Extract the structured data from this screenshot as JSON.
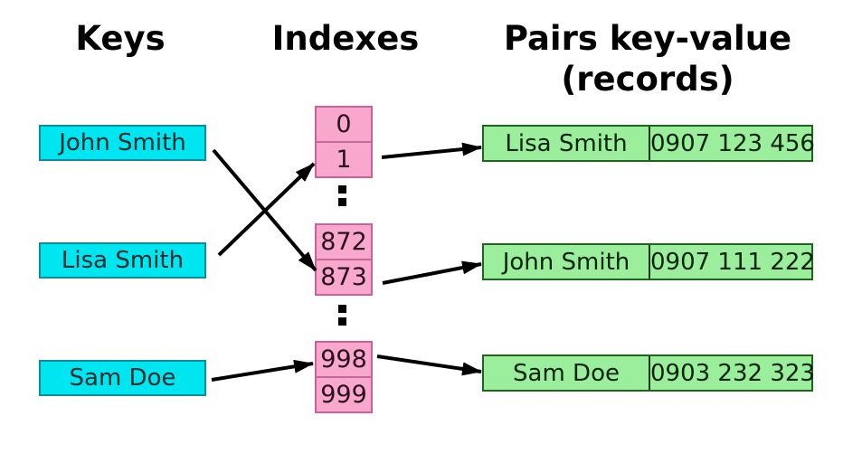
{
  "headers": {
    "keys": "Keys",
    "indexes": "Indexes",
    "records_line1": "Pairs key-value",
    "records_line2": "(records)"
  },
  "keys": [
    "John Smith",
    "Lisa Smith",
    "Sam Doe"
  ],
  "index_groups": [
    {
      "cells": [
        "0",
        "1"
      ]
    },
    {
      "cells": [
        "872",
        "873"
      ]
    },
    {
      "cells": [
        "998",
        "999"
      ]
    }
  ],
  "records": [
    {
      "key": "Lisa Smith",
      "value": "0907 123 456"
    },
    {
      "key": "John Smith",
      "value": "0907 111 222"
    },
    {
      "key": "Sam Doe",
      "value": "0903 232 323"
    }
  ],
  "mappings": [
    {
      "from_key": "John Smith",
      "to_index": "873"
    },
    {
      "from_key": "Lisa Smith",
      "to_index": "1"
    },
    {
      "from_key": "Sam Doe",
      "to_index": "998"
    },
    {
      "from_index": "1",
      "to_record": "Lisa Smith"
    },
    {
      "from_index": "873",
      "to_record": "John Smith"
    },
    {
      "from_index": "998",
      "to_record": "Sam Doe"
    }
  ],
  "colors": {
    "key_fill": "#00e6f0",
    "key_border": "#0b8d9c",
    "index_fill": "#f8a7cd",
    "index_border": "#ce5f97",
    "record_fill": "#9bee9b",
    "record_border": "#1e651e",
    "arrow": "#000000",
    "text": "#111111",
    "background": "#ffffff"
  }
}
